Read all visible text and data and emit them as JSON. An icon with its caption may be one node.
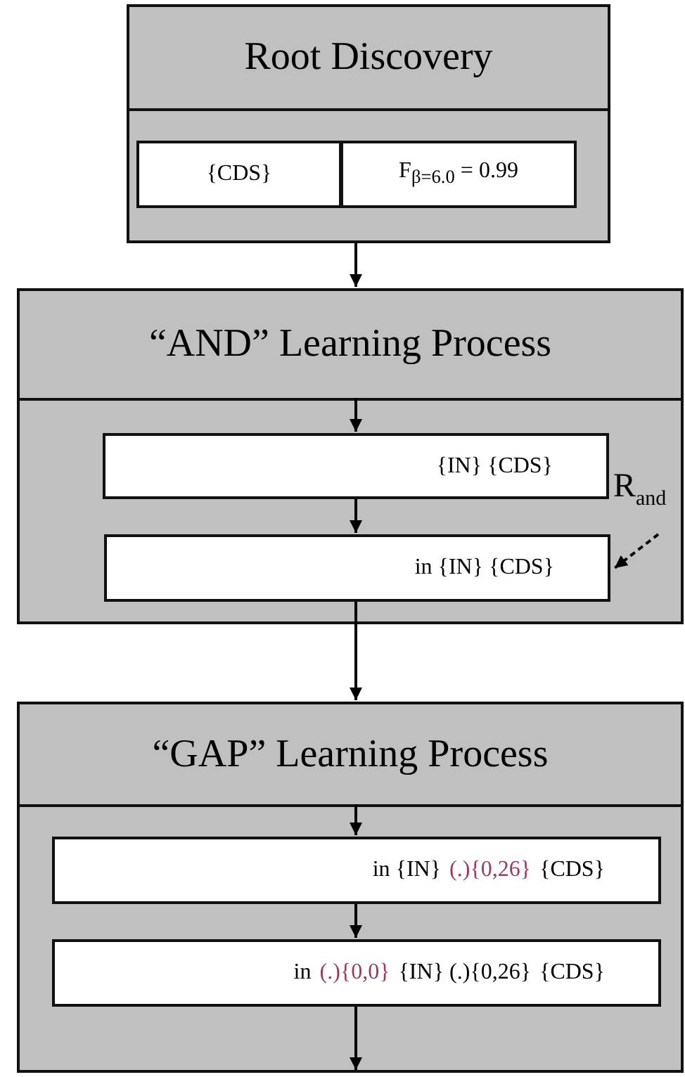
{
  "diagram": {
    "nodes": [
      {
        "text": [
          "Root Discovery"
        ]
      },
      {
        "text": [
          "{CDS}"
        ],
        "in": 0
      },
      {
        "text": [
          "F$_{β=6.0}$ = 0.99"
        ],
        "in": 0
      },
      {
        "text": [
          "“AND” Learning Process"
        ]
      },
      {
        "text": [
          "{IN} {CDS}"
        ],
        "in": 3
      },
      {
        "text": [
          "in {IN} {CDS}"
        ],
        "in": 3
      },
      {
        "text": [
          "R$_{and}$"
        ],
        "in": 3
      },
      {
        "text": [
          "“GAP” Learning Process"
        ]
      },
      {
        "text": [
          "in {IN}",
          "(.){0,26}",
          "{CDS}"
        ],
        "in": 7
      },
      {
        "text": [
          "in",
          "(.){0,0}",
          "{IN} (.){0,26}",
          "{CDS}"
        ],
        "in": 7
      }
    ],
    "edges": [
      {
        "from": 0,
        "to": 3,
        "arrow": "to"
      },
      {
        "from": null,
        "to": 4,
        "arrow": "to"
      },
      {
        "from": 4,
        "to": 5,
        "arrow": "to"
      },
      {
        "from": 6,
        "to": 5,
        "arrow": "to",
        "style": "dashed"
      },
      {
        "from": 5,
        "to": 7,
        "arrow": "to"
      },
      {
        "from": null,
        "to": 8,
        "arrow": "to"
      },
      {
        "from": 8,
        "to": 9,
        "arrow": "to"
      },
      {
        "from": 9,
        "to": null,
        "arrow": "to"
      }
    ]
  }
}
